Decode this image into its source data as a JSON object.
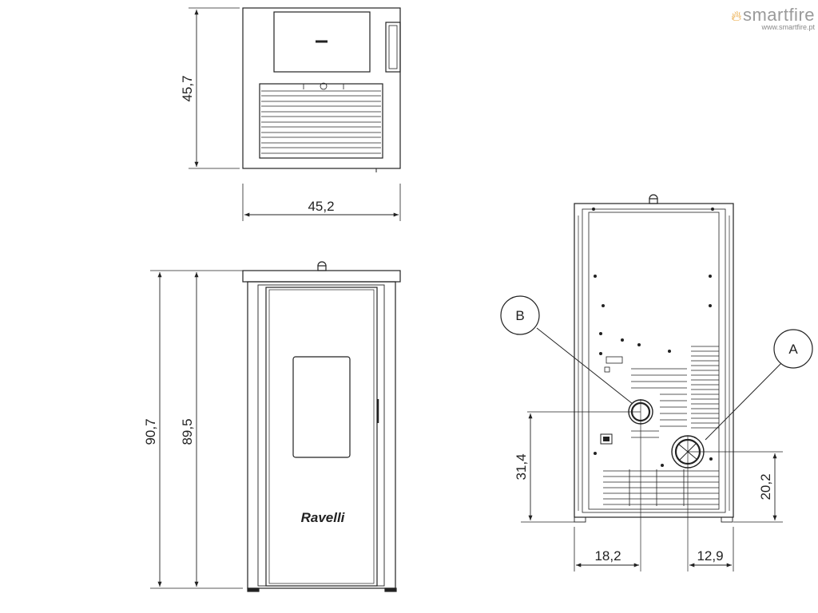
{
  "brand": {
    "name": "smartfire",
    "url": "www.smartfire.pt",
    "flame_color": "#e8a030",
    "text_color": "#9a9a9a"
  },
  "top_view": {
    "depth_label": "45,7",
    "width_label": "45,2"
  },
  "front_view": {
    "height_total_label": "90,7",
    "height_body_label": "89,5",
    "logo_text": "Ravelli"
  },
  "rear_view": {
    "outlet_a_label": "A",
    "outlet_b_label": "B",
    "outlet_b_height_label": "31,4",
    "outlet_a_height_label": "20,2",
    "outlet_b_offset_label": "18,2",
    "outlet_a_offset_label": "12,9"
  }
}
